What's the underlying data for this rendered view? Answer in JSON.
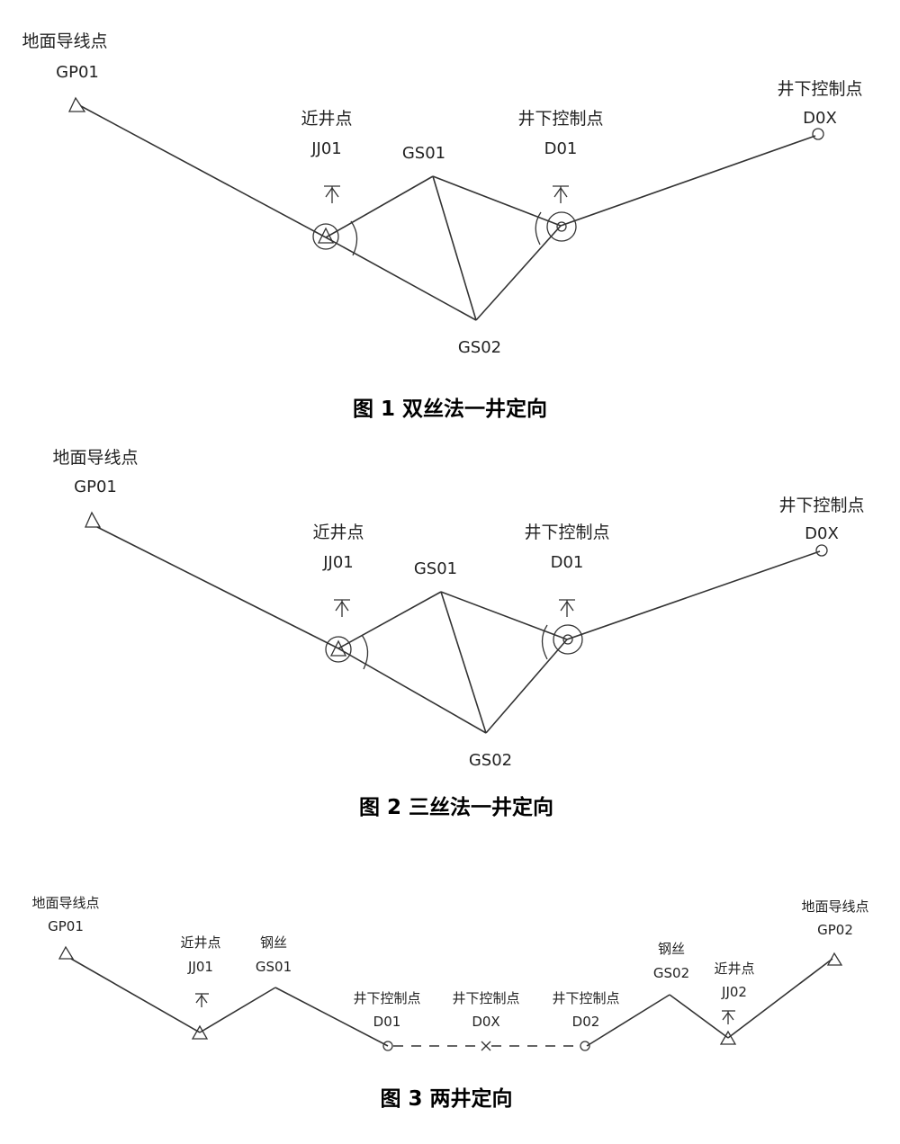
{
  "figure1": {
    "caption": "图 1  双丝法一井定向",
    "gp01": {
      "name": "地面导线点",
      "code": "GP01"
    },
    "jj01": {
      "name": "近井点",
      "code": "JJ01"
    },
    "gs01": {
      "code": "GS01"
    },
    "gs02": {
      "code": "GS02"
    },
    "d01": {
      "name": "井下控制点",
      "code": "D01"
    },
    "d0x": {
      "name": "井下控制点",
      "code": "D0X"
    }
  },
  "figure2": {
    "caption": "图 2  三丝法一井定向",
    "gp01": {
      "name": "地面导线点",
      "code": "GP01"
    },
    "jj01": {
      "name": "近井点",
      "code": "JJ01"
    },
    "gs01": {
      "code": "GS01"
    },
    "gs02": {
      "code": "GS02"
    },
    "d01": {
      "name": "井下控制点",
      "code": "D01"
    },
    "d0x": {
      "name": "井下控制点",
      "code": "D0X"
    }
  },
  "figure3": {
    "caption": "图 3  两井定向",
    "gp01": {
      "name": "地面导线点",
      "code": "GP01"
    },
    "jj01": {
      "name": "近井点",
      "code": "JJ01"
    },
    "gs01": {
      "name": "钢丝",
      "code": "GS01"
    },
    "d01": {
      "name": "井下控制点",
      "code": "D01"
    },
    "d0x": {
      "name": "井下控制点",
      "code": "D0X"
    },
    "d02": {
      "name": "井下控制点",
      "code": "D02"
    },
    "gs02": {
      "name": "钢丝",
      "code": "GS02"
    },
    "jj02": {
      "name": "近井点",
      "code": "JJ02"
    },
    "gp02": {
      "name": "地面导线点",
      "code": "GP02"
    }
  }
}
